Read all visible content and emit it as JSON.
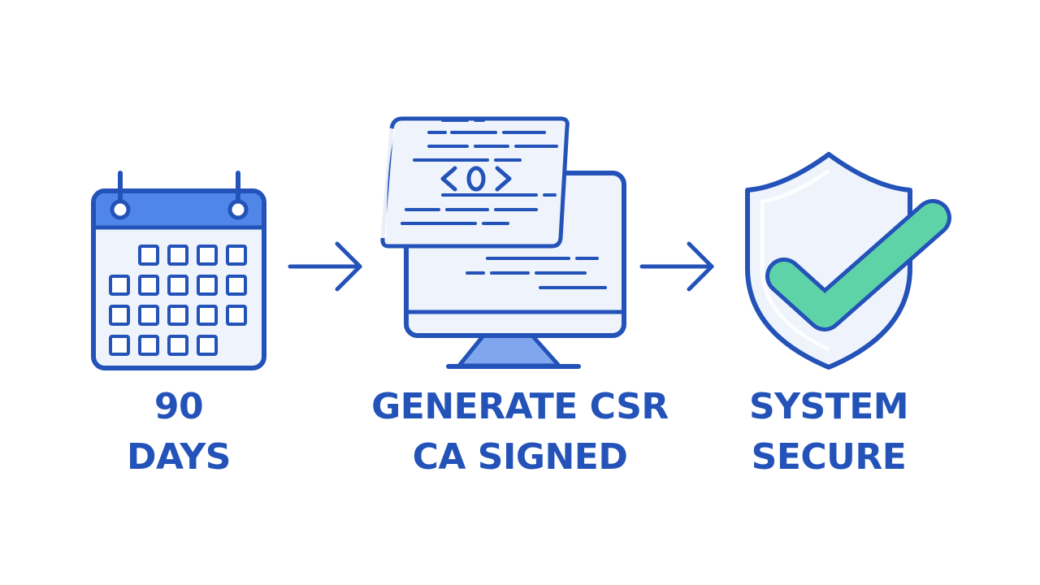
{
  "steps": [
    {
      "icon": "calendar-icon",
      "lines": [
        "90",
        "DAYS"
      ]
    },
    {
      "icon": "monitor-code-document-icon",
      "code_symbol": "<0>",
      "lines": [
        "GENERATE CSR",
        "CA SIGNED"
      ]
    },
    {
      "icon": "shield-check-icon",
      "lines": [
        "SYSTEM",
        "SECURE"
      ]
    }
  ],
  "connectors": [
    "arrow-right-icon",
    "arrow-right-icon"
  ],
  "colors": {
    "primary_blue": "#2352b8",
    "light_blue_fill": "#eef3fc",
    "header_blue": "#4f86e8",
    "stand_blue": "#7fa6ee",
    "check_green": "#5fd3a8",
    "background": "#ffffff"
  }
}
